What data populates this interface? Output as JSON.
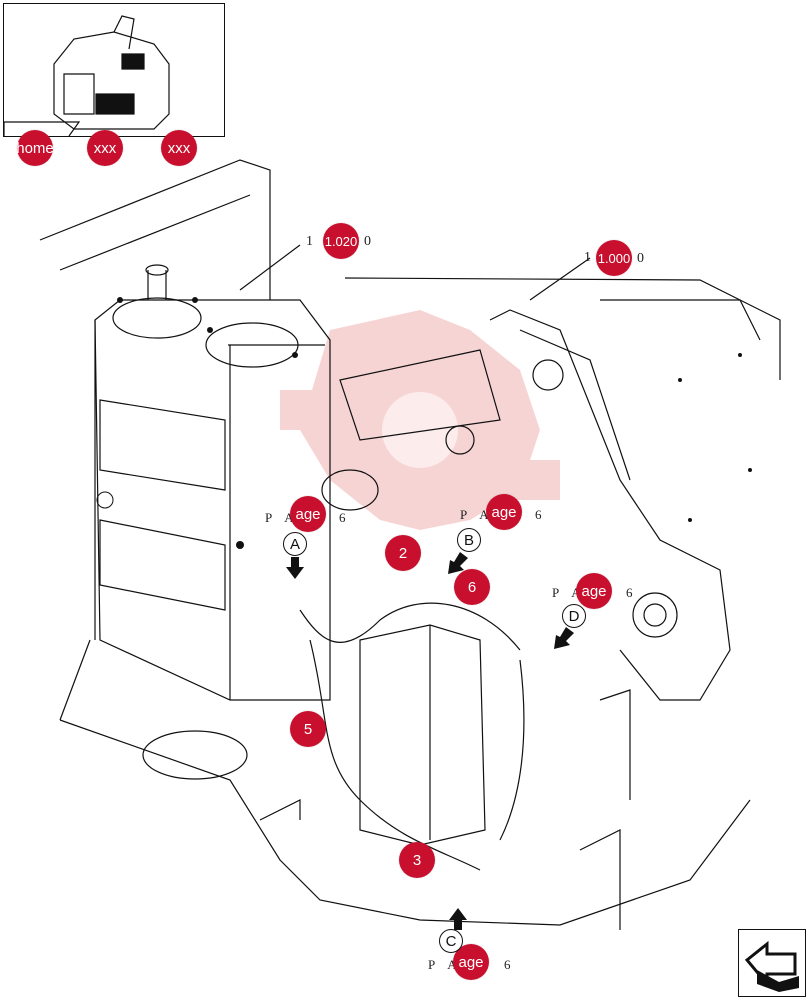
{
  "thumbnail": {
    "home_label": "home",
    "link1_label": "xxx",
    "link2_label": "xxx"
  },
  "refs": {
    "ref_left": {
      "prefix": "1",
      "hot_label": "1.020",
      "suffix": "0"
    },
    "ref_right": {
      "prefix": "1",
      "hot_label": "1.000",
      "suffix": "0"
    }
  },
  "page_links": [
    {
      "prefix": "P A",
      "label": "age",
      "suffix": "6"
    },
    {
      "prefix": "P A",
      "label": "age",
      "suffix": "6"
    },
    {
      "prefix": "P A",
      "label": "age",
      "suffix": "6"
    },
    {
      "prefix": "P A",
      "label": "age",
      "suffix": "6"
    }
  ],
  "callouts": [
    "2",
    "6",
    "5",
    "3"
  ],
  "view_markers": [
    "A",
    "B",
    "C",
    "D"
  ],
  "colors": {
    "hotspot": "#c8102e",
    "watermark": "#f2b8b8",
    "line": "#111111"
  },
  "icons": {
    "nav": "back-arrow-icon"
  }
}
